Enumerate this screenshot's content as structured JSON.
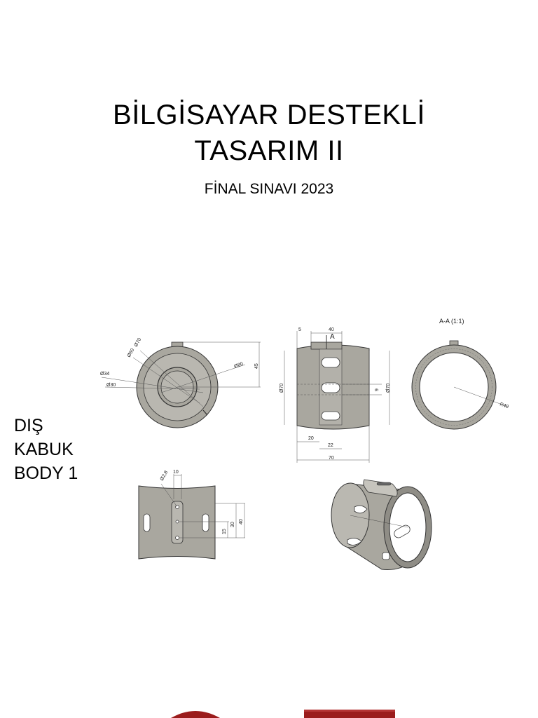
{
  "document": {
    "title_lines": [
      "BİLGİSAYAR DESTEKLİ",
      "TASARIM II"
    ],
    "subtitle": "FİNAL SINAVI 2023",
    "side_label_lines": [
      "DIŞ",
      "KABUK",
      "BODY 1"
    ]
  },
  "drawing": {
    "section_label": "A-A (1:1)",
    "section_marker": "A",
    "front_view_dims": [
      "Ø70",
      "Ø60",
      "Ø34",
      "Ø30",
      "Ø80",
      "45"
    ],
    "side_view_dims": [
      "5",
      "40",
      "Ø70",
      "9",
      "Ø70",
      "20",
      "22",
      "70"
    ],
    "section_view_dims": [
      "R40"
    ],
    "top_view_dims": [
      "Ø2,8",
      "10",
      "15",
      "30",
      "40"
    ]
  },
  "colors": {
    "part_fill": "#a9a79f",
    "part_dark": "#8f8d86",
    "part_light": "#c6c4bd",
    "line": "#333333",
    "accent_red": "#9b1c1c"
  }
}
